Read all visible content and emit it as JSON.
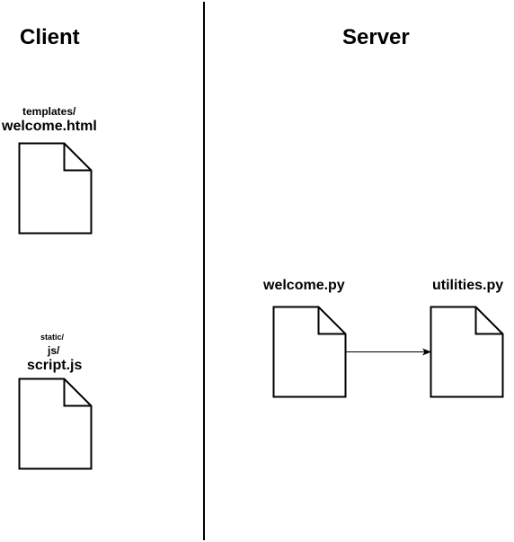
{
  "columns": {
    "client": {
      "heading": "Client"
    },
    "server": {
      "heading": "Server"
    }
  },
  "files": {
    "welcome_html": {
      "dir": "templates/",
      "name": "welcome.html"
    },
    "script_js": {
      "dir_top": "static/",
      "dir_sub": "js/",
      "name": "script.js"
    },
    "welcome_py": {
      "name": "welcome.py"
    },
    "utilities_py": {
      "name": "utilities.py"
    }
  },
  "connections": [
    {
      "from": "welcome.py",
      "to": "utilities.py"
    }
  ],
  "colors": {
    "stroke": "#000000",
    "fill": "#ffffff",
    "background": "#ffffff"
  }
}
